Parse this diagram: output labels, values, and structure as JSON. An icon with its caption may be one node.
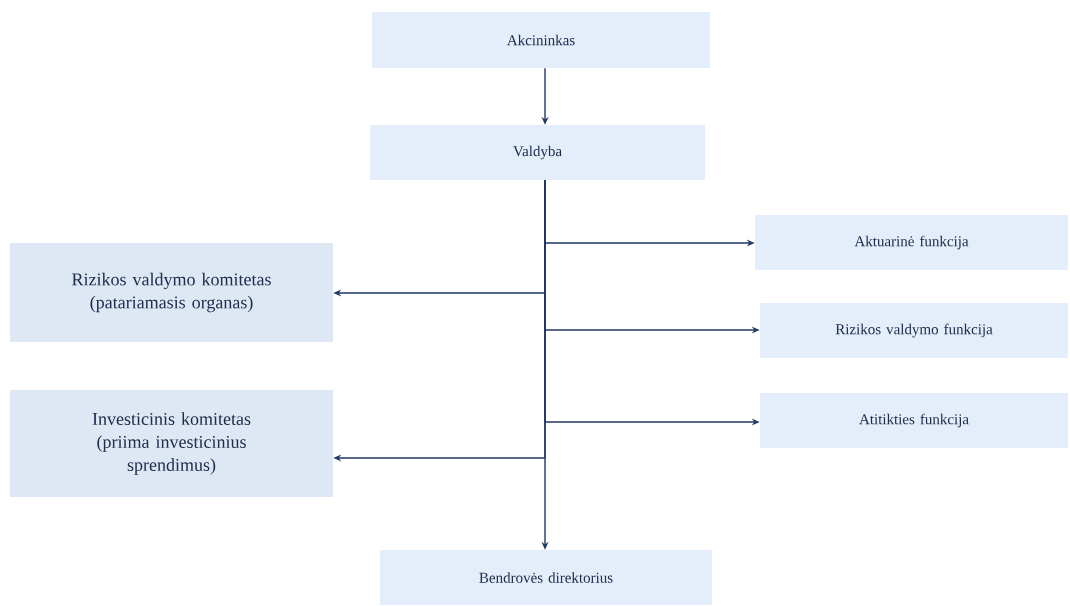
{
  "diagram": {
    "nodes": [
      {
        "text": [
          "Akcininkas"
        ]
      },
      {
        "text": [
          "Valdyba"
        ]
      },
      {
        "text": [
          "Aktuarinė funkcija"
        ]
      },
      {
        "text": [
          "Rizikos valdymo komitetas (patariamasis organas)"
        ]
      },
      {
        "text": [
          "Rizikos valdymo funkcija"
        ]
      },
      {
        "text": [
          "Investicinis komitetas (priima investicinius sprendimus)"
        ]
      },
      {
        "text": [
          "Atitikties funkcija"
        ]
      },
      {
        "text": [
          "Bendrovės direktorius"
        ]
      }
    ],
    "edges": [
      {
        "from": 0,
        "to": 1,
        "arrow": "to"
      },
      {
        "from": 1,
        "to": 7,
        "arrow": "to"
      },
      {
        "from": 1,
        "to": 2,
        "arrow": "to"
      },
      {
        "from": 1,
        "to": 3,
        "arrow": "to"
      },
      {
        "from": 1,
        "to": 4,
        "arrow": "to"
      },
      {
        "from": 1,
        "to": 5,
        "arrow": "to"
      },
      {
        "from": 1,
        "to": 6,
        "arrow": "to"
      }
    ]
  }
}
